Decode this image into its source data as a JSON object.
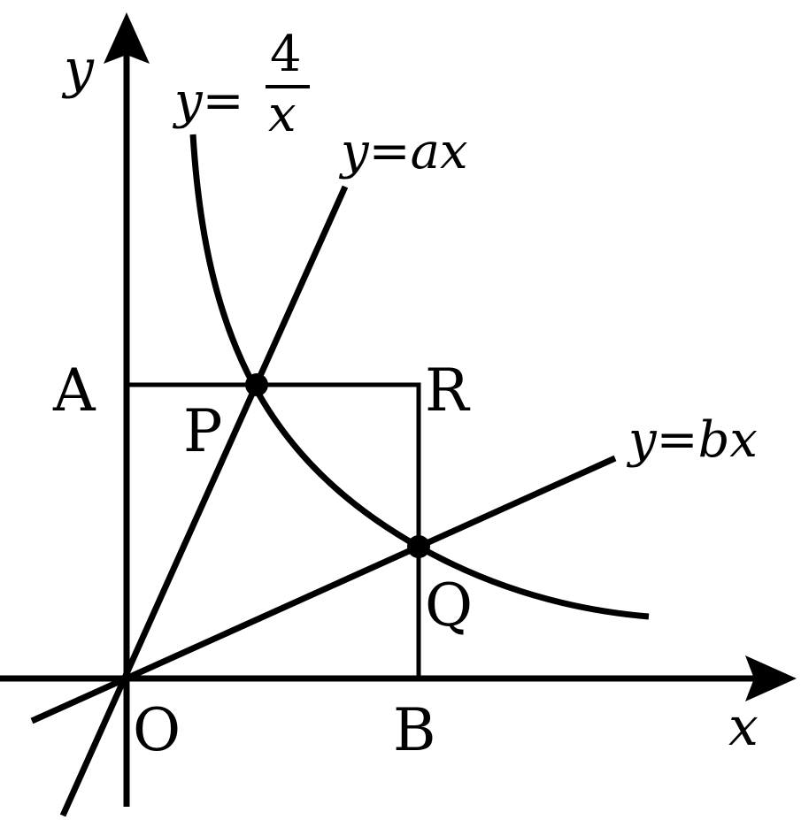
{
  "axes": {
    "x_label": "x",
    "y_label": "y"
  },
  "curves": {
    "hyperbola": {
      "prefix": "y=",
      "numerator": "4",
      "denominator": "x"
    },
    "line_a": {
      "prefix": "y=",
      "coef": "a",
      "var": "x"
    },
    "line_b": {
      "prefix": "y=",
      "coef": "b",
      "var": "x"
    }
  },
  "points": {
    "O": "O",
    "A": "A",
    "B": "B",
    "P": "P",
    "Q": "Q",
    "R": "R"
  }
}
